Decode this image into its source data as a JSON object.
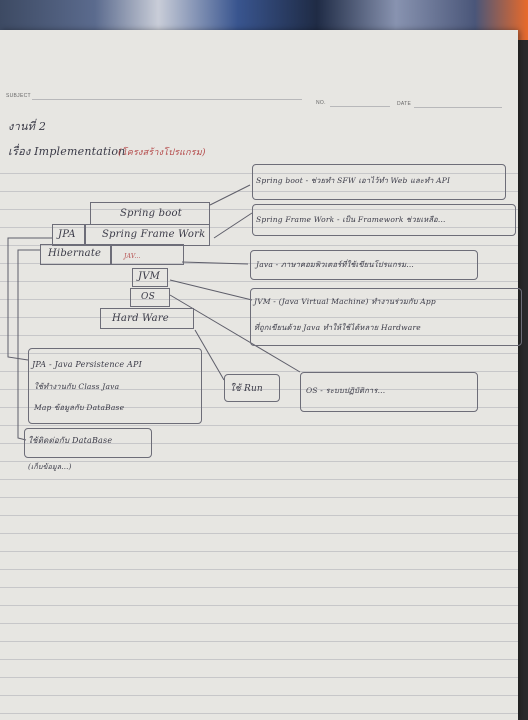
{
  "header": {
    "subject_label": "SUBJECT",
    "no_label": "NO.",
    "date_label": "DATE"
  },
  "note": {
    "heading": "งานที่ 2",
    "topic_label": "เรื่อง Implementation",
    "topic_note": "(โครงสร้างโปรแกรม)"
  },
  "stack": {
    "spring_boot": "Spring boot",
    "jpa": "JPA",
    "spring_framework": "Spring Frame Work",
    "hibernate": "Hibernate",
    "java": "JAV...",
    "jvm": "JVM",
    "os": "OS",
    "hardware": "Hard Ware"
  },
  "explanations": {
    "spring_boot": "Spring boot - ช่วยทำ SFW เอาไว้ทำ Web และทำ API",
    "spring_framework": "Spring Frame Work - เป็น Framework ช่วยเหลือ...",
    "java": "Java - ภาษาคอมพิวเตอร์ที่ใช้เขียนโปรแกรม...",
    "jvm_line1": "JVM - (Java Virtual Machine) ทำงานร่วมกับ App",
    "jvm_line2": "ที่ถูกเขียนด้วย Java ทำให้ใช้ได้หลาย Hardware",
    "os": "OS - ระบบปฏิบัติการ...",
    "run": "ใช้ Run",
    "jpa_line1": "JPA - Java Persistence API",
    "jpa_line2": "ใช้ทำงานกับ Class Java",
    "jpa_line3": "Map ข้อมูลกับ DataBase",
    "db_line1": "ใช้ติดต่อกับ DataBase",
    "db_line2": "(เก็บข้อมูล...)"
  }
}
